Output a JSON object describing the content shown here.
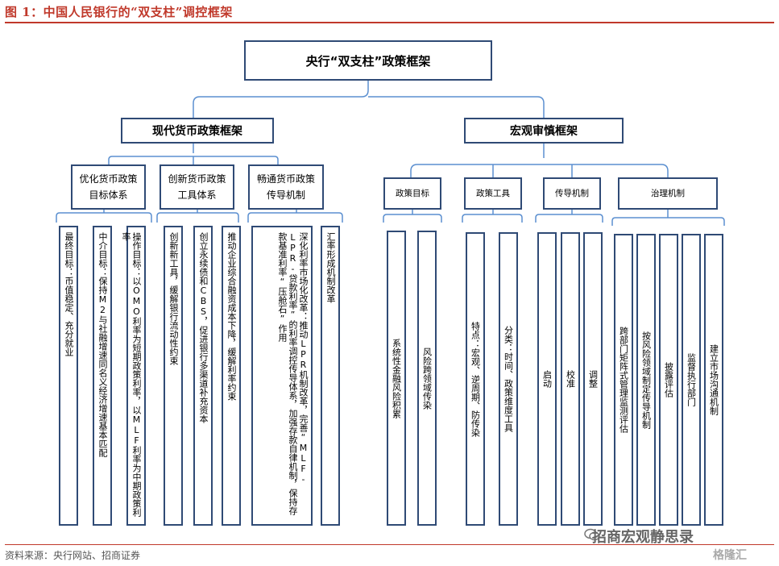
{
  "header": {
    "title": "图 1：中国人民银行的“双支柱”调控框架"
  },
  "root": "央行“双支柱”政策框架",
  "branches": [
    {
      "label": "现代货币政策框架",
      "groups": [
        {
          "label": "优化货币政策目标体系",
          "leaves": [
            "最终目标：币值稳定、充分就业",
            "中介目标：保持M2与社融增速同名义经济增速基本匹配",
            "操作目标：以OMO利率为短期政策利率，以MLF利率为中期政策利率"
          ]
        },
        {
          "label": "创新货币政策工具体系",
          "leaves": [
            "创新新工具，缓解银行流动性约束",
            "创立永续债和CBS，促进银行多渠道补充资本",
            "推动企业综合融资成本下降，缓解利率约束"
          ]
        },
        {
          "label": "畅通货币政策传导机制",
          "leaves": [
            "深化利率市场化改革：推动LPR机制改革，完善“MLF-LPR-贷款利率”的利率调控传导体系，加强存款自律机制，保持存款基准利率“压舱石”作用",
            "汇率形成机制改革"
          ]
        }
      ]
    },
    {
      "label": "宏观审慎框架",
      "groups": [
        {
          "label": "政策目标",
          "leaves": [
            "系统性金融风险积累",
            "风险跨领域传染"
          ]
        },
        {
          "label": "政策工具",
          "leaves": [
            "特点：宏观、逆周期、防传染",
            "分类：时间、政策维度工具"
          ]
        },
        {
          "label": "传导机制",
          "leaves": [
            "启动",
            "校准",
            "调整"
          ]
        },
        {
          "label": "治理机制",
          "leaves": [
            "跨部门矩阵式管理监测评估",
            "按风险领域制定传导机制",
            "披露评估",
            "监督执行部门",
            "建立市场沟通机制"
          ]
        }
      ]
    }
  ],
  "footer": {
    "source": "资料来源：央行网站、招商证券"
  },
  "watermark": {
    "text": "招商宏观静思录",
    "icon": "wechat-icon",
    "corner": "格隆汇"
  },
  "colors": {
    "title": "#c0392b",
    "box_border": "#2f4a75",
    "connector": "#5b8fd0"
  }
}
